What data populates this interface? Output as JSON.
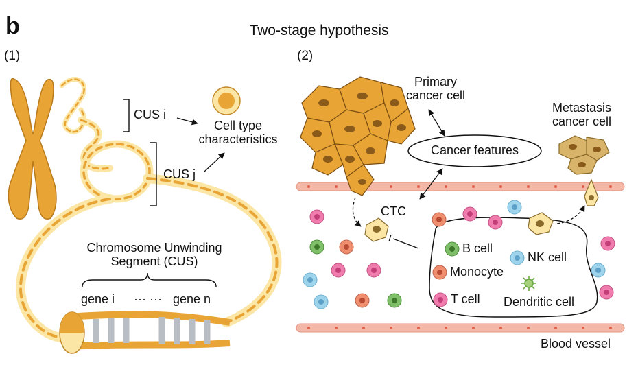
{
  "panel_letter": "b",
  "title": "Two-stage hypothesis",
  "panel1": {
    "label": "(1)",
    "cus_i": "CUS i",
    "cus_j": "CUS j",
    "cell_type_line1": "Cell type",
    "cell_type_line2": "characteristics",
    "cus_name_line1": "Chromosome Unwinding",
    "cus_name_line2": "Segment (CUS)",
    "gene_i": "gene i",
    "dots": "··· ···",
    "gene_n": "gene n"
  },
  "panel2": {
    "label": "(2)",
    "primary_line1": "Primary",
    "primary_line2": "cancer cell",
    "metastasis_line1": "Metastasis",
    "metastasis_line2": "cancer cell",
    "cancer_features": "Cancer features",
    "ctc": "CTC",
    "b_cell": "B cell",
    "nk_cell": "NK cell",
    "monocyte": "Monocyte",
    "t_cell": "T cell",
    "dendritic_cell": "Dendritic cell",
    "blood_vessel": "Blood vessel"
  },
  "colors": {
    "orange": "#e8a435",
    "orange_dark": "#8a5a1a",
    "pale": "#fbe6a6",
    "tan": "#d8b46a",
    "vessel": "#f3b8a8",
    "b_cell": "#7fbf6a",
    "nk_cell": "#9fd5ec",
    "monocyte": "#ef8f70",
    "t_cell": "#f07cad",
    "dendritic": "#a6d07a"
  }
}
